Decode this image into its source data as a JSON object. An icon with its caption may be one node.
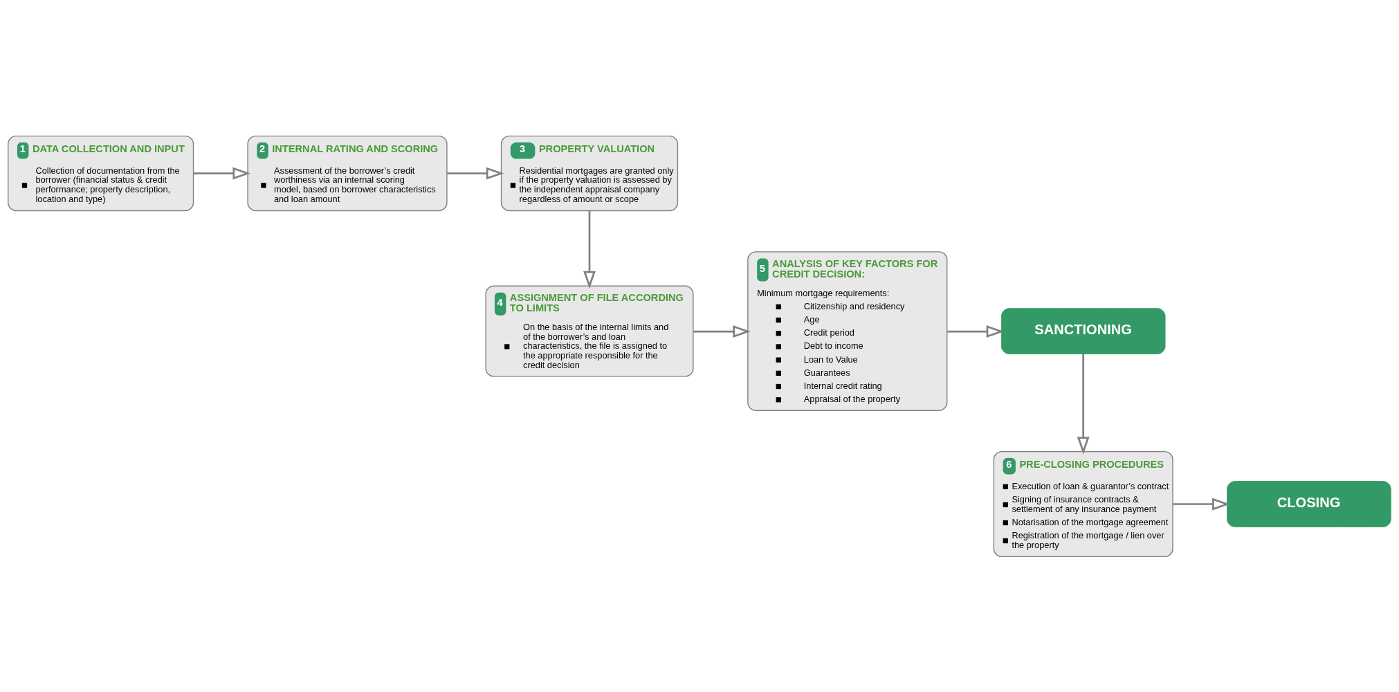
{
  "diagram": {
    "nodes": [
      {
        "text": [
          "1",
          "DATA COLLECTION AND INPUT",
          "Collection of documentation from the borrower (financial status & credit performance; property description, location and type)"
        ]
      },
      {
        "text": [
          "2",
          "INTERNAL RATING AND SCORING",
          "Assessment of the borrower’s credit worthiness via an internal scoring model, based on borrower characteristics and loan amount"
        ]
      },
      {
        "text": [
          "3",
          "PROPERTY VALUATION",
          "Residential mortgages are granted only if the property valuation is assessed by the independent appraisal company regardless of amount or scope"
        ]
      },
      {
        "text": [
          "4",
          "ASSIGNMENT OF FILE ACCORDING TO LIMITS",
          "On the basis of the internal limits and of the borrower’s and loan characteristics, the file is assigned to the appropriate responsible for the credit decision"
        ]
      },
      {
        "text": [
          "5",
          "ANALYSIS OF KEY FACTORS FOR CREDIT DECISION:",
          "Minimum mortgage requirements:",
          "Citizenship and residency",
          "Age",
          "Credit period",
          "Debt to income",
          "Loan to Value",
          "Guarantees",
          "Internal credit rating",
          "Appraisal of the property"
        ]
      },
      {
        "text": [
          "SANCTIONING"
        ]
      },
      {
        "text": [
          "6",
          "PRE-CLOSING PROCEDURES",
          "Execution of loan & guarantor’s contract",
          "Signing of insurance contracts & settlement of any insurance payment",
          "Notarisation of the mortgage agreement",
          "Registration of the mortgage / lien over the property"
        ]
      },
      {
        "text": [
          "CLOSING"
        ]
      }
    ],
    "edges": [
      {
        "from": 0,
        "to": 1,
        "arrow": "to"
      },
      {
        "from": 1,
        "to": 2,
        "arrow": "to"
      },
      {
        "from": 2,
        "to": 3,
        "arrow": "to"
      },
      {
        "from": 3,
        "to": 4,
        "arrow": "to"
      },
      {
        "from": 4,
        "to": 5,
        "arrow": "to"
      },
      {
        "from": 5,
        "to": 6,
        "arrow": "to"
      },
      {
        "from": 6,
        "to": 7,
        "arrow": "to"
      }
    ]
  }
}
